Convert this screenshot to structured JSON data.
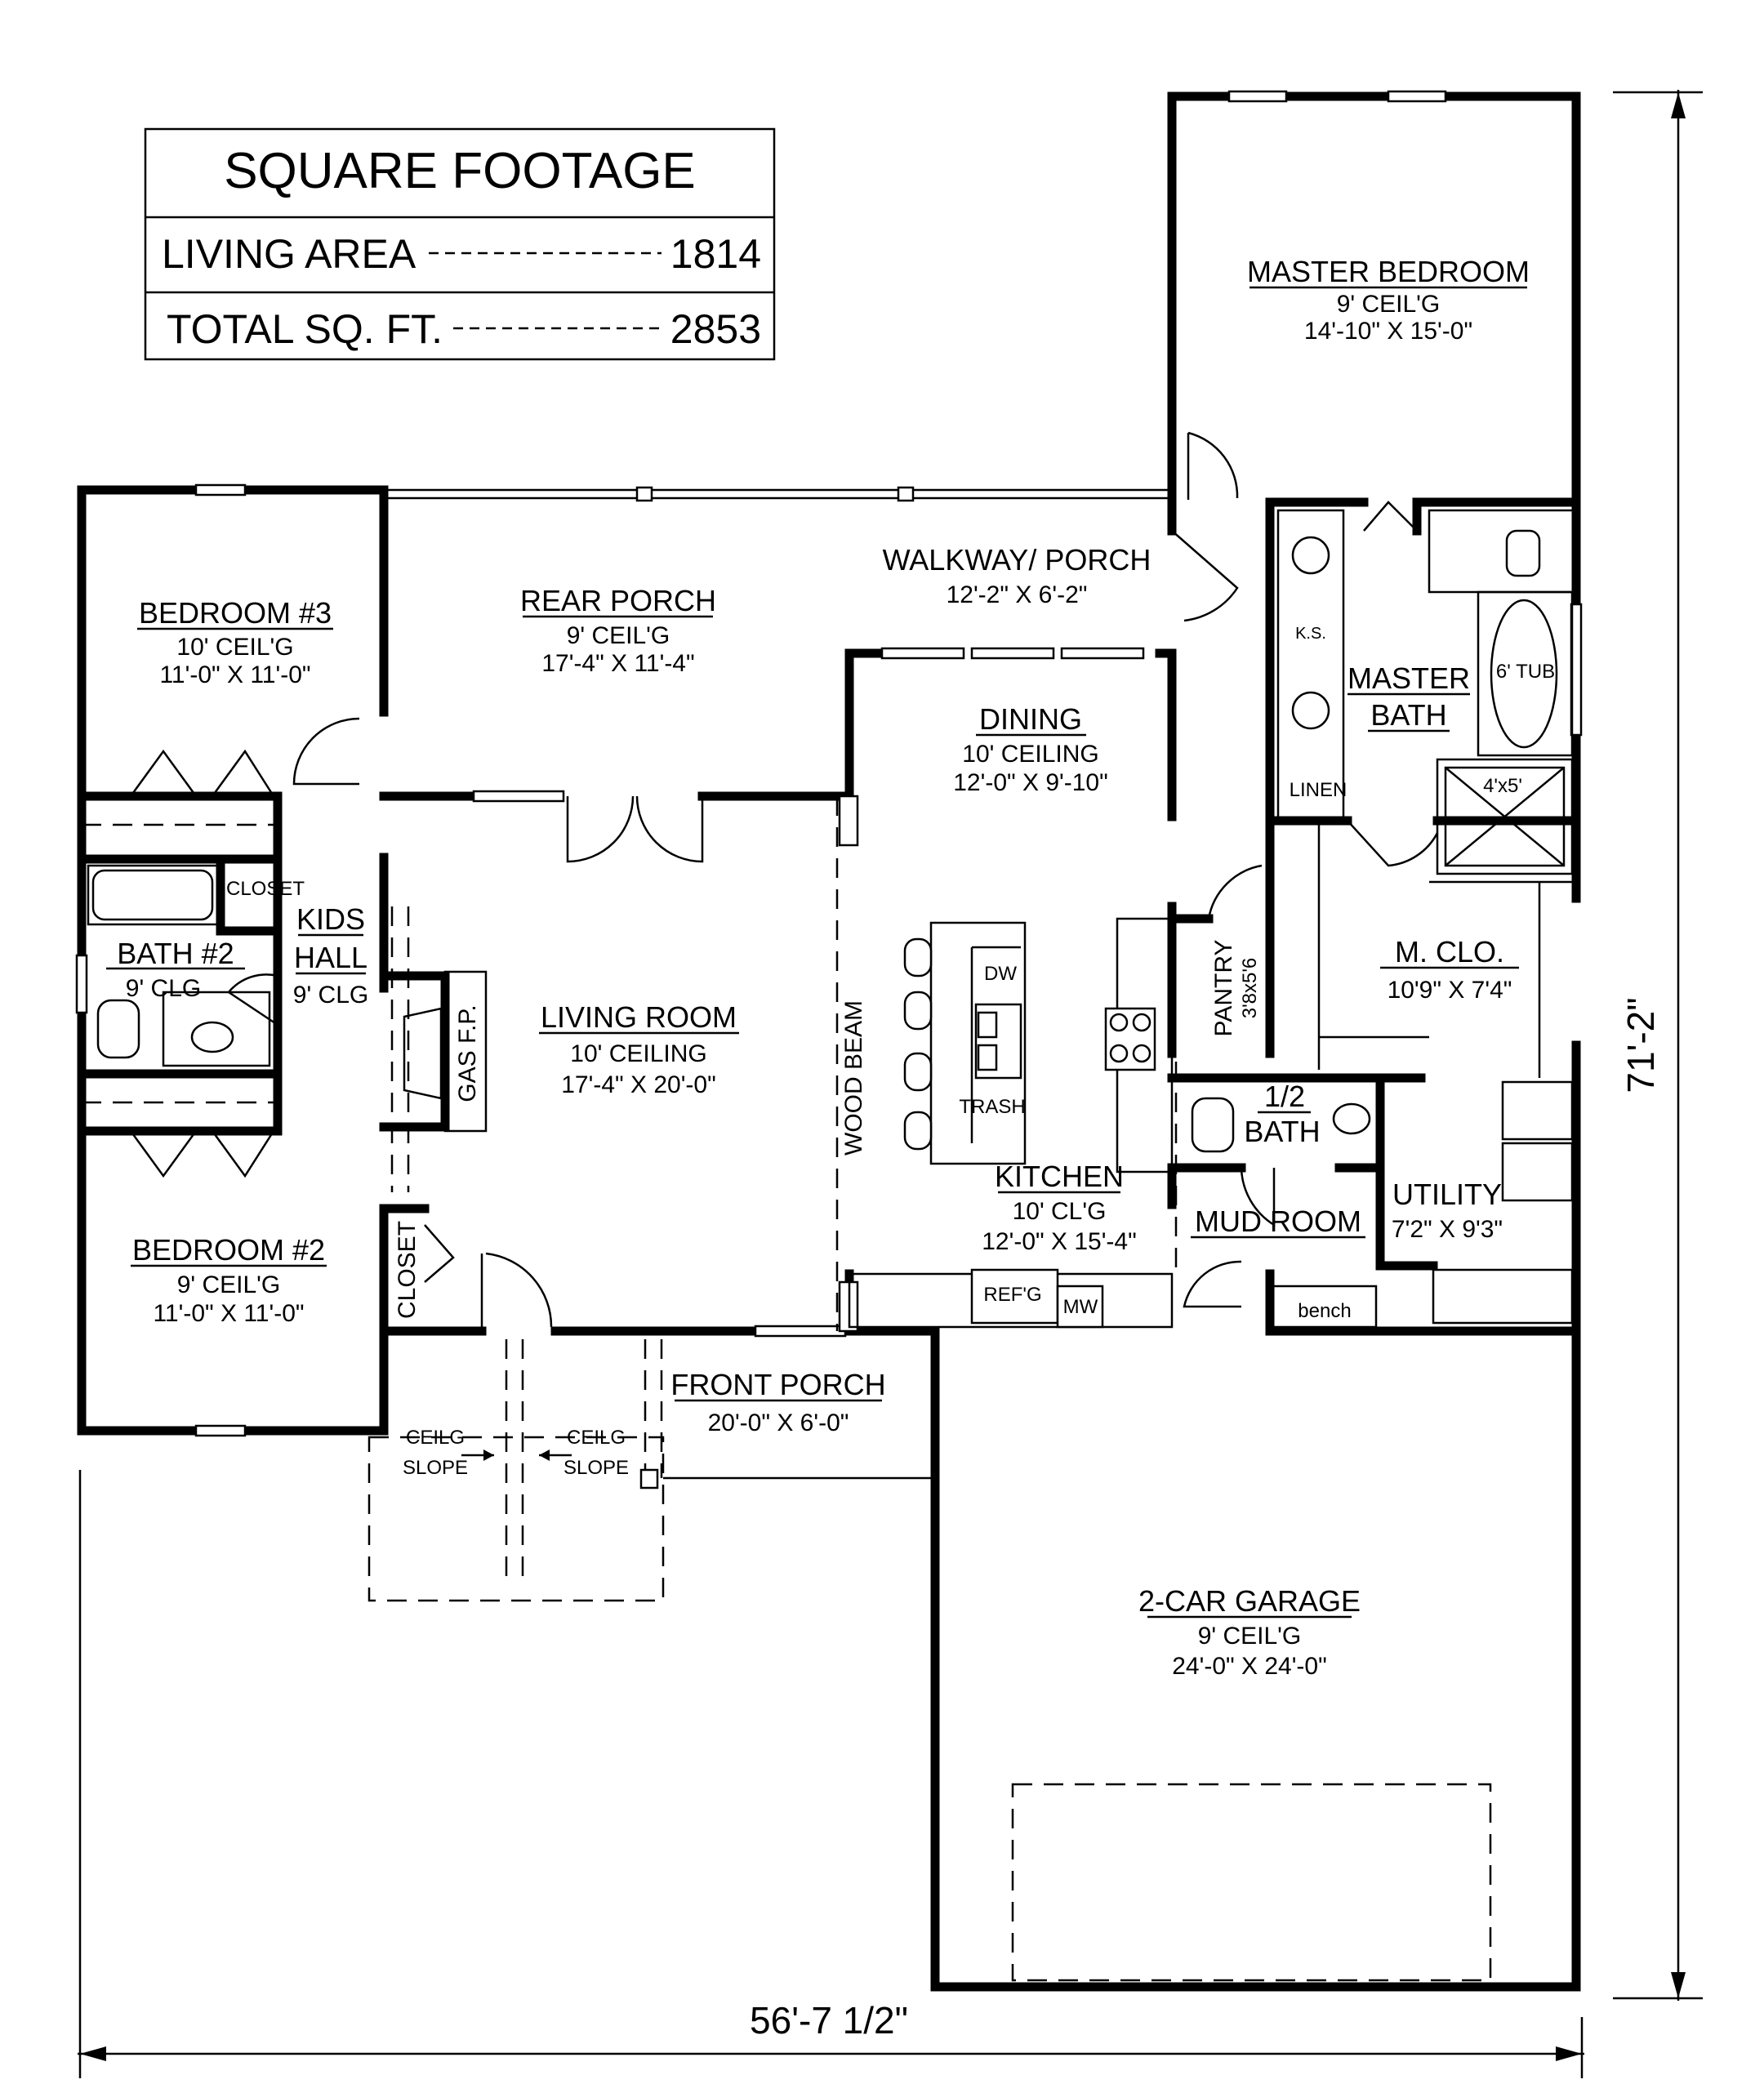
{
  "square_footage": {
    "title": "SQUARE FOOTAGE",
    "living_label": "LIVING AREA",
    "living_value": "1814",
    "total_label": "TOTAL SQ. FT.",
    "total_value": "2853"
  },
  "rooms": {
    "master_bedroom": {
      "name": "MASTER BEDROOM",
      "ceiling": "9' CEIL'G",
      "size": "14'-10\" X 15'-0\""
    },
    "walkway": {
      "name": "WALKWAY/ PORCH",
      "size": "12'-2\" X 6'-2\""
    },
    "rear_porch": {
      "name": "REAR PORCH",
      "ceiling": "9' CEIL'G",
      "size": "17'-4\" X 11'-4\""
    },
    "bedroom3": {
      "name": "BEDROOM #3",
      "ceiling": "10' CEIL'G",
      "size": "11'-0\" X 11'-0\""
    },
    "dining": {
      "name": "DINING",
      "ceiling": "10' CEILING",
      "size": "12'-0\" X 9'-10\""
    },
    "master_bath": {
      "name_line1": "MASTER",
      "name_line2": "BATH",
      "tub": "6' TUB",
      "shower": "4'x5'",
      "ks": "K.S.",
      "linen": "LINEN"
    },
    "bath2": {
      "name": "BATH #2",
      "ceiling": "9' CLG",
      "closet": "CLOSET"
    },
    "kids_hall": {
      "line1": "KIDS",
      "line2": "HALL",
      "ceiling": "9' CLG"
    },
    "living_room": {
      "name": "LIVING ROOM",
      "ceiling": "10' CEILING",
      "size": "17'-4\" X 20'-0\""
    },
    "gas_fp": "GAS F.P.",
    "wood_beam": "WOOD BEAM",
    "kitchen": {
      "name": "KITCHEN",
      "ceiling": "10' CL'G",
      "size": "12'-0\" X 15'-4\"",
      "dw": "DW",
      "trash": "TRASH",
      "refg": "REF'G",
      "mw": "MW"
    },
    "pantry": {
      "name": "PANTRY",
      "size": "3'8x5'6"
    },
    "m_closet": {
      "name": "M. CLO.",
      "size": "10'9\" X 7'4\""
    },
    "half_bath": {
      "line1": "1/2",
      "line2": "BATH"
    },
    "mud_room": {
      "name": "MUD ROOM",
      "bench": "bench"
    },
    "utility": {
      "name": "UTILITY",
      "size": "7'2\" X 9'3\""
    },
    "bedroom2": {
      "name": "BEDROOM #2",
      "ceiling": "9' CEIL'G",
      "size": "11'-0\" X 11'-0\""
    },
    "closet_left": "CLOSET",
    "front_porch": {
      "name": "FRONT PORCH",
      "size": "20'-0\" X 6'-0\""
    },
    "ceilg_slope_left": {
      "line1": "CEILG",
      "line2": "SLOPE"
    },
    "ceilg_slope_right": {
      "line1": "CEILG",
      "line2": "SLOPE"
    },
    "garage": {
      "name": "2-CAR GARAGE",
      "ceiling": "9' CEIL'G",
      "size": "24'-0\" X 24'-0\""
    }
  },
  "dimensions": {
    "width": "56'-7 1/2\"",
    "depth": "71'-2\""
  }
}
